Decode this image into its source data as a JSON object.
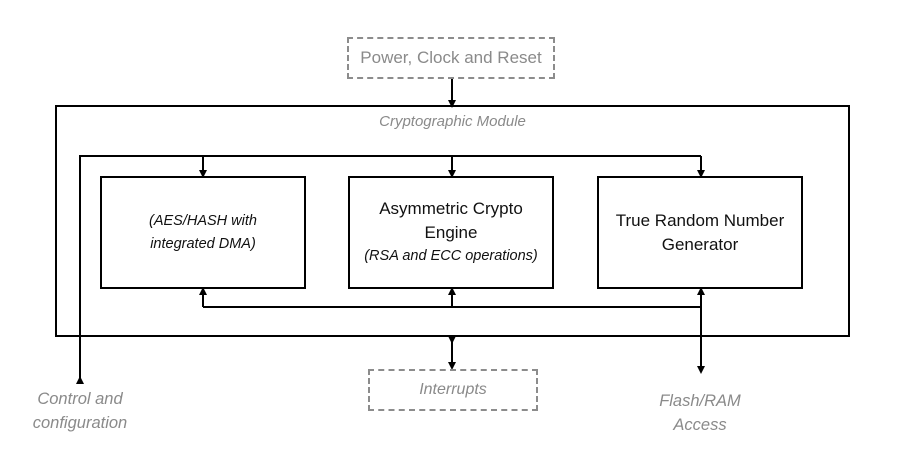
{
  "top_box": {
    "label": "Power, Clock and Reset"
  },
  "module": {
    "label": "Cryptographic Module"
  },
  "blocks": [
    {
      "title": "",
      "subtitle": "(AES/HASH with integrated DMA)"
    },
    {
      "title": "Asymmetric Crypto Engine",
      "subtitle": "(RSA and ECC operations)"
    },
    {
      "title": "True Random Number Generator",
      "subtitle": ""
    }
  ],
  "interrupts_box": {
    "label": "Interrupts"
  },
  "external_labels": {
    "control": "Control and configuration",
    "flash": "Flash/RAM Access"
  },
  "colors": {
    "line": "#000000",
    "grey_text": "#8a8a8a",
    "dashed_border": "#8c8c8c"
  }
}
